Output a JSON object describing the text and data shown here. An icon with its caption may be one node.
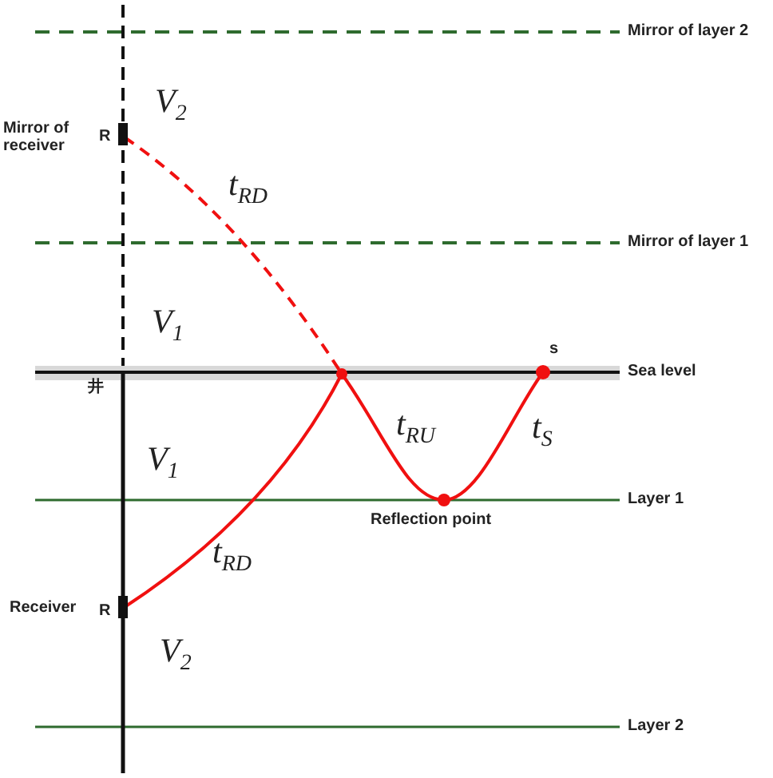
{
  "diagram": {
    "labels": [
      "Mirror of layer 2",
      "V$_{2}$",
      "Mirror of receiver",
      "R",
      "t$_{RD}$",
      "Mirror of layer 1",
      "V$_{1}$",
      "s",
      "Sea level",
      "井",
      "V$_{1}$",
      "t$_{RU}$",
      "t$_{S}$",
      "Layer 1",
      "Reflection point",
      "t$_{RD}$",
      "Receiver",
      "R",
      "V$_{2}$",
      "Layer 2"
    ]
  }
}
